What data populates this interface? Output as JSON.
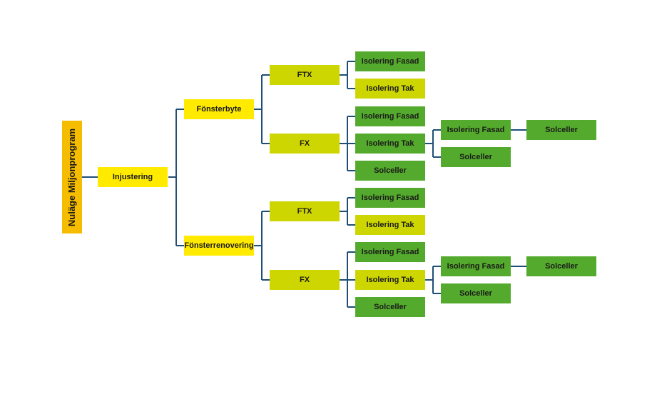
{
  "root": "Nuläge Miljonprogram",
  "n1": "Injustering",
  "n2": "Fönsterbyte",
  "n3": "Fönsterrenovering",
  "a_ftx": "FTX",
  "a_ftx_c1": "Isolering Fasad",
  "a_ftx_c2": "Isolering Tak",
  "a_fx": "FX",
  "a_fx_c1": "Isolering Fasad",
  "a_fx_c2": "Isolering Tak",
  "a_fx_c3": "Solceller",
  "a_fx_tak_c1": "Isolering Fasad",
  "a_fx_tak_c2": "Solceller",
  "a_fx_tak_fasad_c1": "Solceller",
  "b_ftx": "FTX",
  "b_ftx_c1": "Isolering Fasad",
  "b_ftx_c2": "Isolering Tak",
  "b_fx": "FX",
  "b_fx_c1": "Isolering Fasad",
  "b_fx_c2": "Isolering Tak",
  "b_fx_c3": "Solceller",
  "b_fx_tak_c1": "Isolering Fasad",
  "b_fx_tak_c2": "Solceller",
  "b_fx_tak_fasad_c1": "Solceller",
  "colors": {
    "root": "#f6bc00",
    "level_yellow": "#ffea00",
    "level_lime": "#cdd600",
    "level_green": "#54aa2c",
    "connector": "#1f4e79"
  }
}
